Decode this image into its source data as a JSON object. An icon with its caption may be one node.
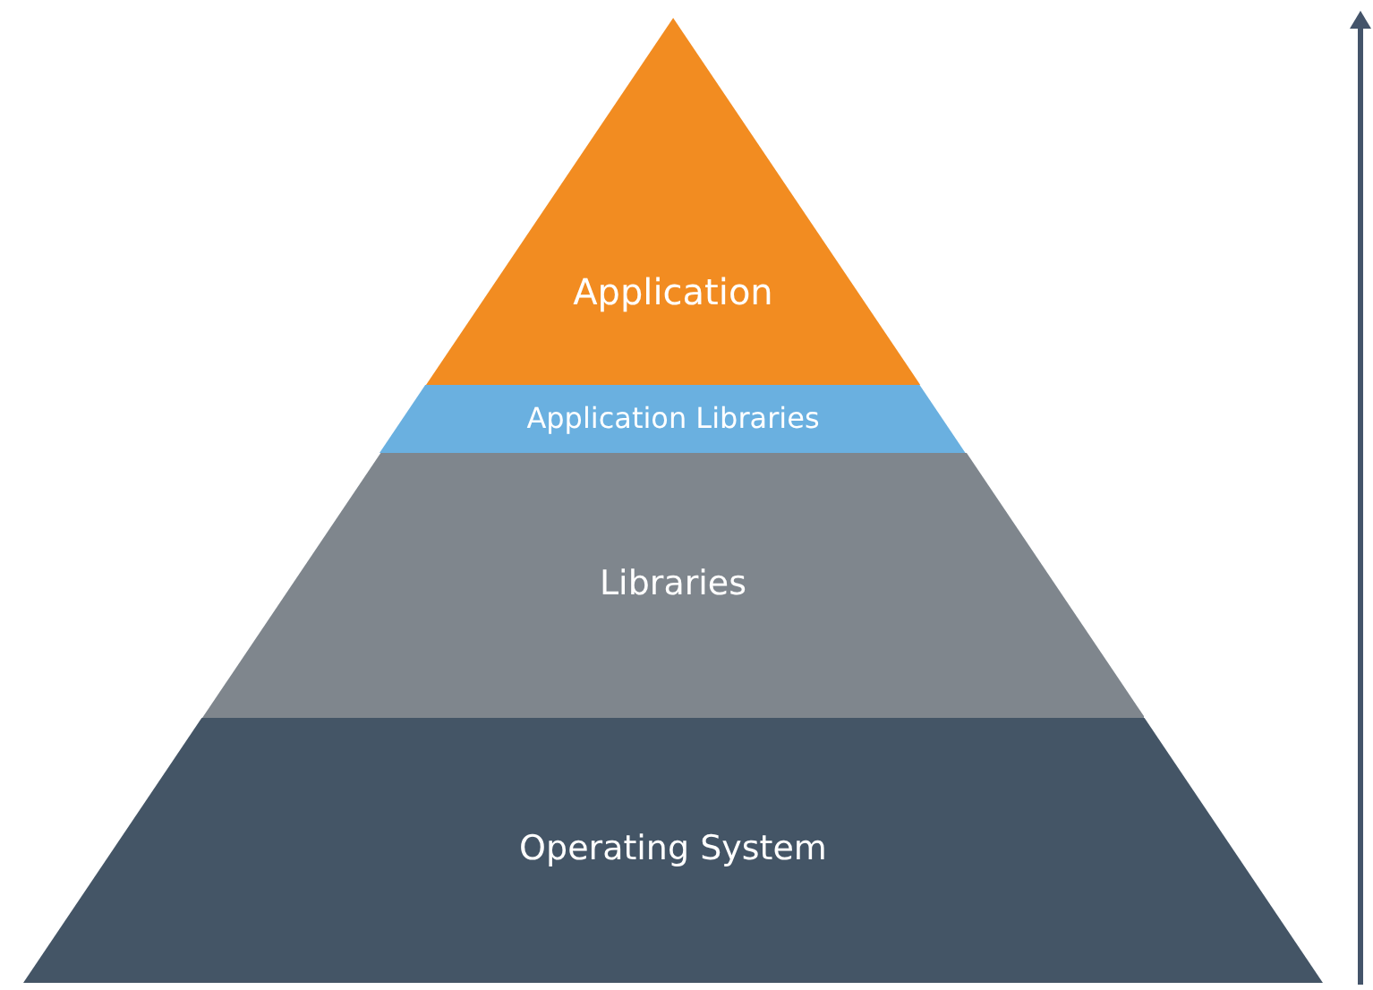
{
  "diagram": {
    "nodes": [
      {
        "text": [
          "Application"
        ]
      },
      {
        "text": [
          "Application Libraries"
        ]
      },
      {
        "text": [
          "Libraries"
        ]
      },
      {
        "text": [
          "Operating System"
        ]
      }
    ]
  }
}
